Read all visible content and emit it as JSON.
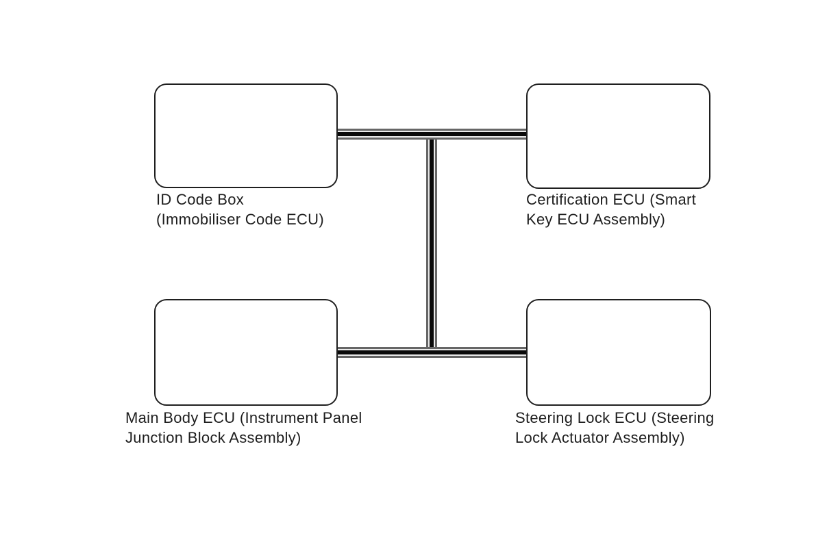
{
  "diagram": {
    "type": "communication-bus-diagram",
    "nodes": [
      {
        "id": "id-code-box",
        "label_line1": "ID Code Box",
        "label_line2": "(Immobiliser Code ECU)"
      },
      {
        "id": "certification-ecu",
        "label_line1": "Certification ECU (Smart",
        "label_line2": "Key ECU Assembly)"
      },
      {
        "id": "main-body-ecu",
        "label_line1": "Main Body ECU (Instrument Panel",
        "label_line2": "Junction Block Assembly)"
      },
      {
        "id": "steering-lock-ecu",
        "label_line1": "Steering Lock ECU (Steering",
        "label_line2": "Lock Actuator Assembly)"
      }
    ],
    "bus": {
      "line_style": "double-line",
      "segments": [
        {
          "name": "top-bus",
          "connects": [
            "id-code-box",
            "certification-ecu"
          ]
        },
        {
          "name": "bottom-bus",
          "connects": [
            "main-body-ecu",
            "steering-lock-ecu"
          ]
        },
        {
          "name": "center-trunk",
          "connects": [
            "top-bus",
            "bottom-bus"
          ]
        }
      ]
    }
  },
  "style": {
    "background": "#ffffff",
    "box_border": "#1f1f1f",
    "line_black": "#0a0a0a",
    "line_gray": "#666666",
    "line_gap": "#ebebeb",
    "text_color": "#1e1e1e"
  }
}
